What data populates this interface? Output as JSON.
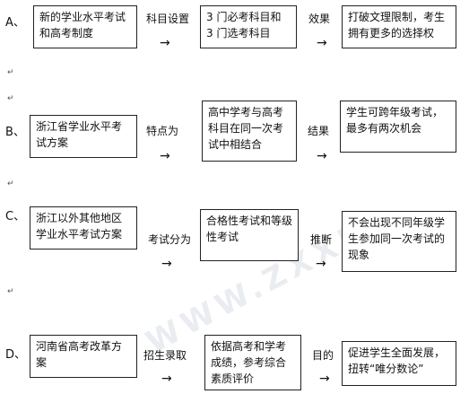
{
  "rows": [
    {
      "label": "A、",
      "box1": "新的学业水平考试和高考制度",
      "conn1": "科目设置",
      "box2": "3 门必考科目和 3 门选考科目",
      "conn2": "效果",
      "box3": "打破文理限制，考生拥有更多的选择权"
    },
    {
      "label": "B、",
      "box1": "浙江省学业水平考试方案",
      "conn1": "特点为",
      "box2": "高中学考与高考科目在同一次考试中相结合",
      "conn2": "结果",
      "box3": "学生可跨年级考试，最多有两次机会"
    },
    {
      "label": "C、",
      "box1": "浙江以外其他地区学业水平考试方案",
      "conn1": "考试分为",
      "box2": "合格性考试和等级性考试",
      "conn2": "推断",
      "box3": "不会出现不同年级学生参加同一次考试的现象"
    },
    {
      "label": "D、",
      "box1": "河南省高考改革方案",
      "conn1": "招生录取",
      "box2": "依据高考和学考成绩，参考综合素质评价",
      "conn2": "目的",
      "box3": "促进学生全面发展，扭转“唯分数论”"
    }
  ],
  "arrow_glyph": "→",
  "return_mark": "↵",
  "watermark": "WWW.ZXXK"
}
